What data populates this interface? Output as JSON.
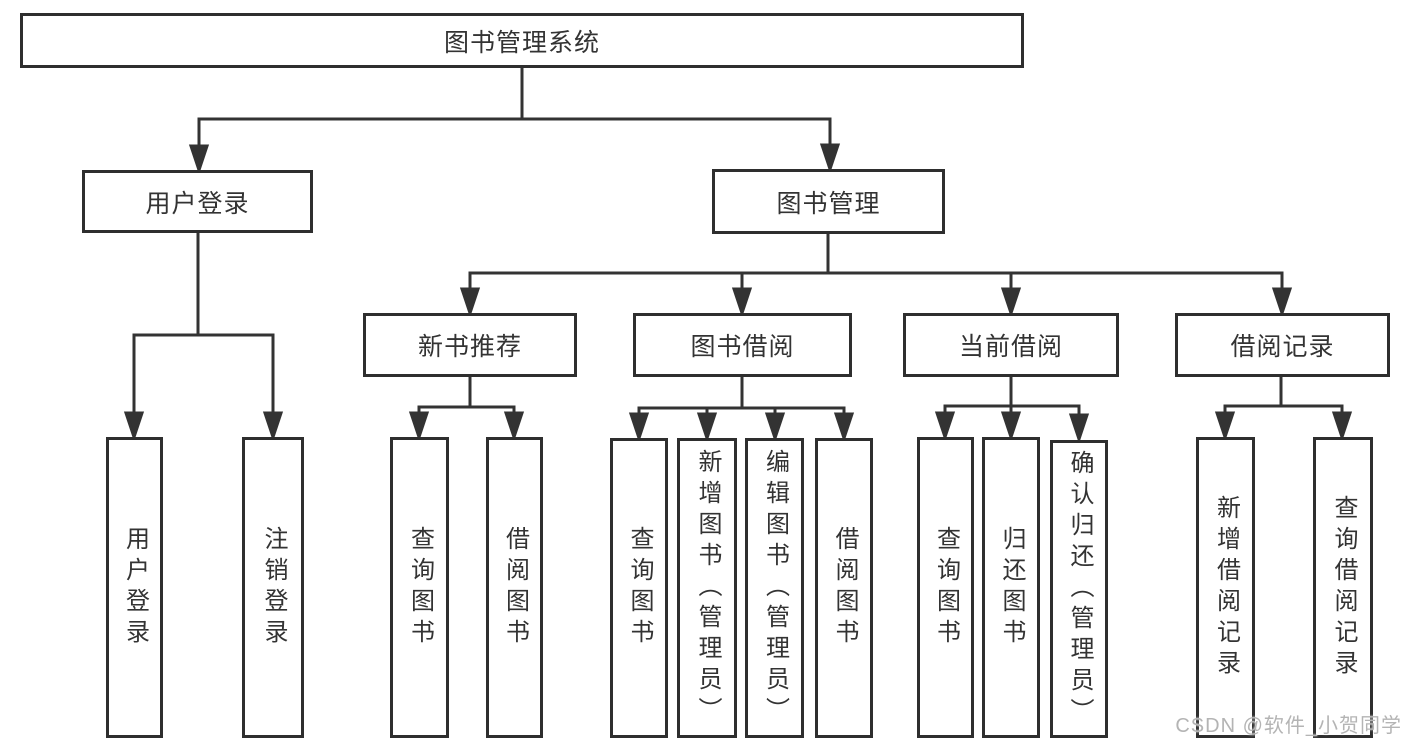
{
  "tree": {
    "root": "图书管理系统",
    "login": {
      "label": "用户登录",
      "children": [
        "用户登录",
        "注销登录"
      ]
    },
    "mgmt": {
      "label": "图书管理",
      "groups": [
        {
          "label": "新书推荐",
          "children": [
            "查询图书",
            "借阅图书"
          ]
        },
        {
          "label": "图书借阅",
          "children": [
            "查询图书",
            "新增图书（管理员）",
            "编辑图书（管理员）",
            "借阅图书"
          ]
        },
        {
          "label": "当前借阅",
          "children": [
            "查询图书",
            "归还图书",
            "确认归还（管理员）"
          ]
        },
        {
          "label": "借阅记录",
          "children": [
            "新增借阅记录",
            "查询借阅记录"
          ]
        }
      ]
    }
  },
  "colors": {
    "line": "#333333",
    "border": "#2e2e2e",
    "text": "#333333",
    "watermark": "#b4b4b4"
  },
  "watermark": "CSDN @软件_小贺同学"
}
